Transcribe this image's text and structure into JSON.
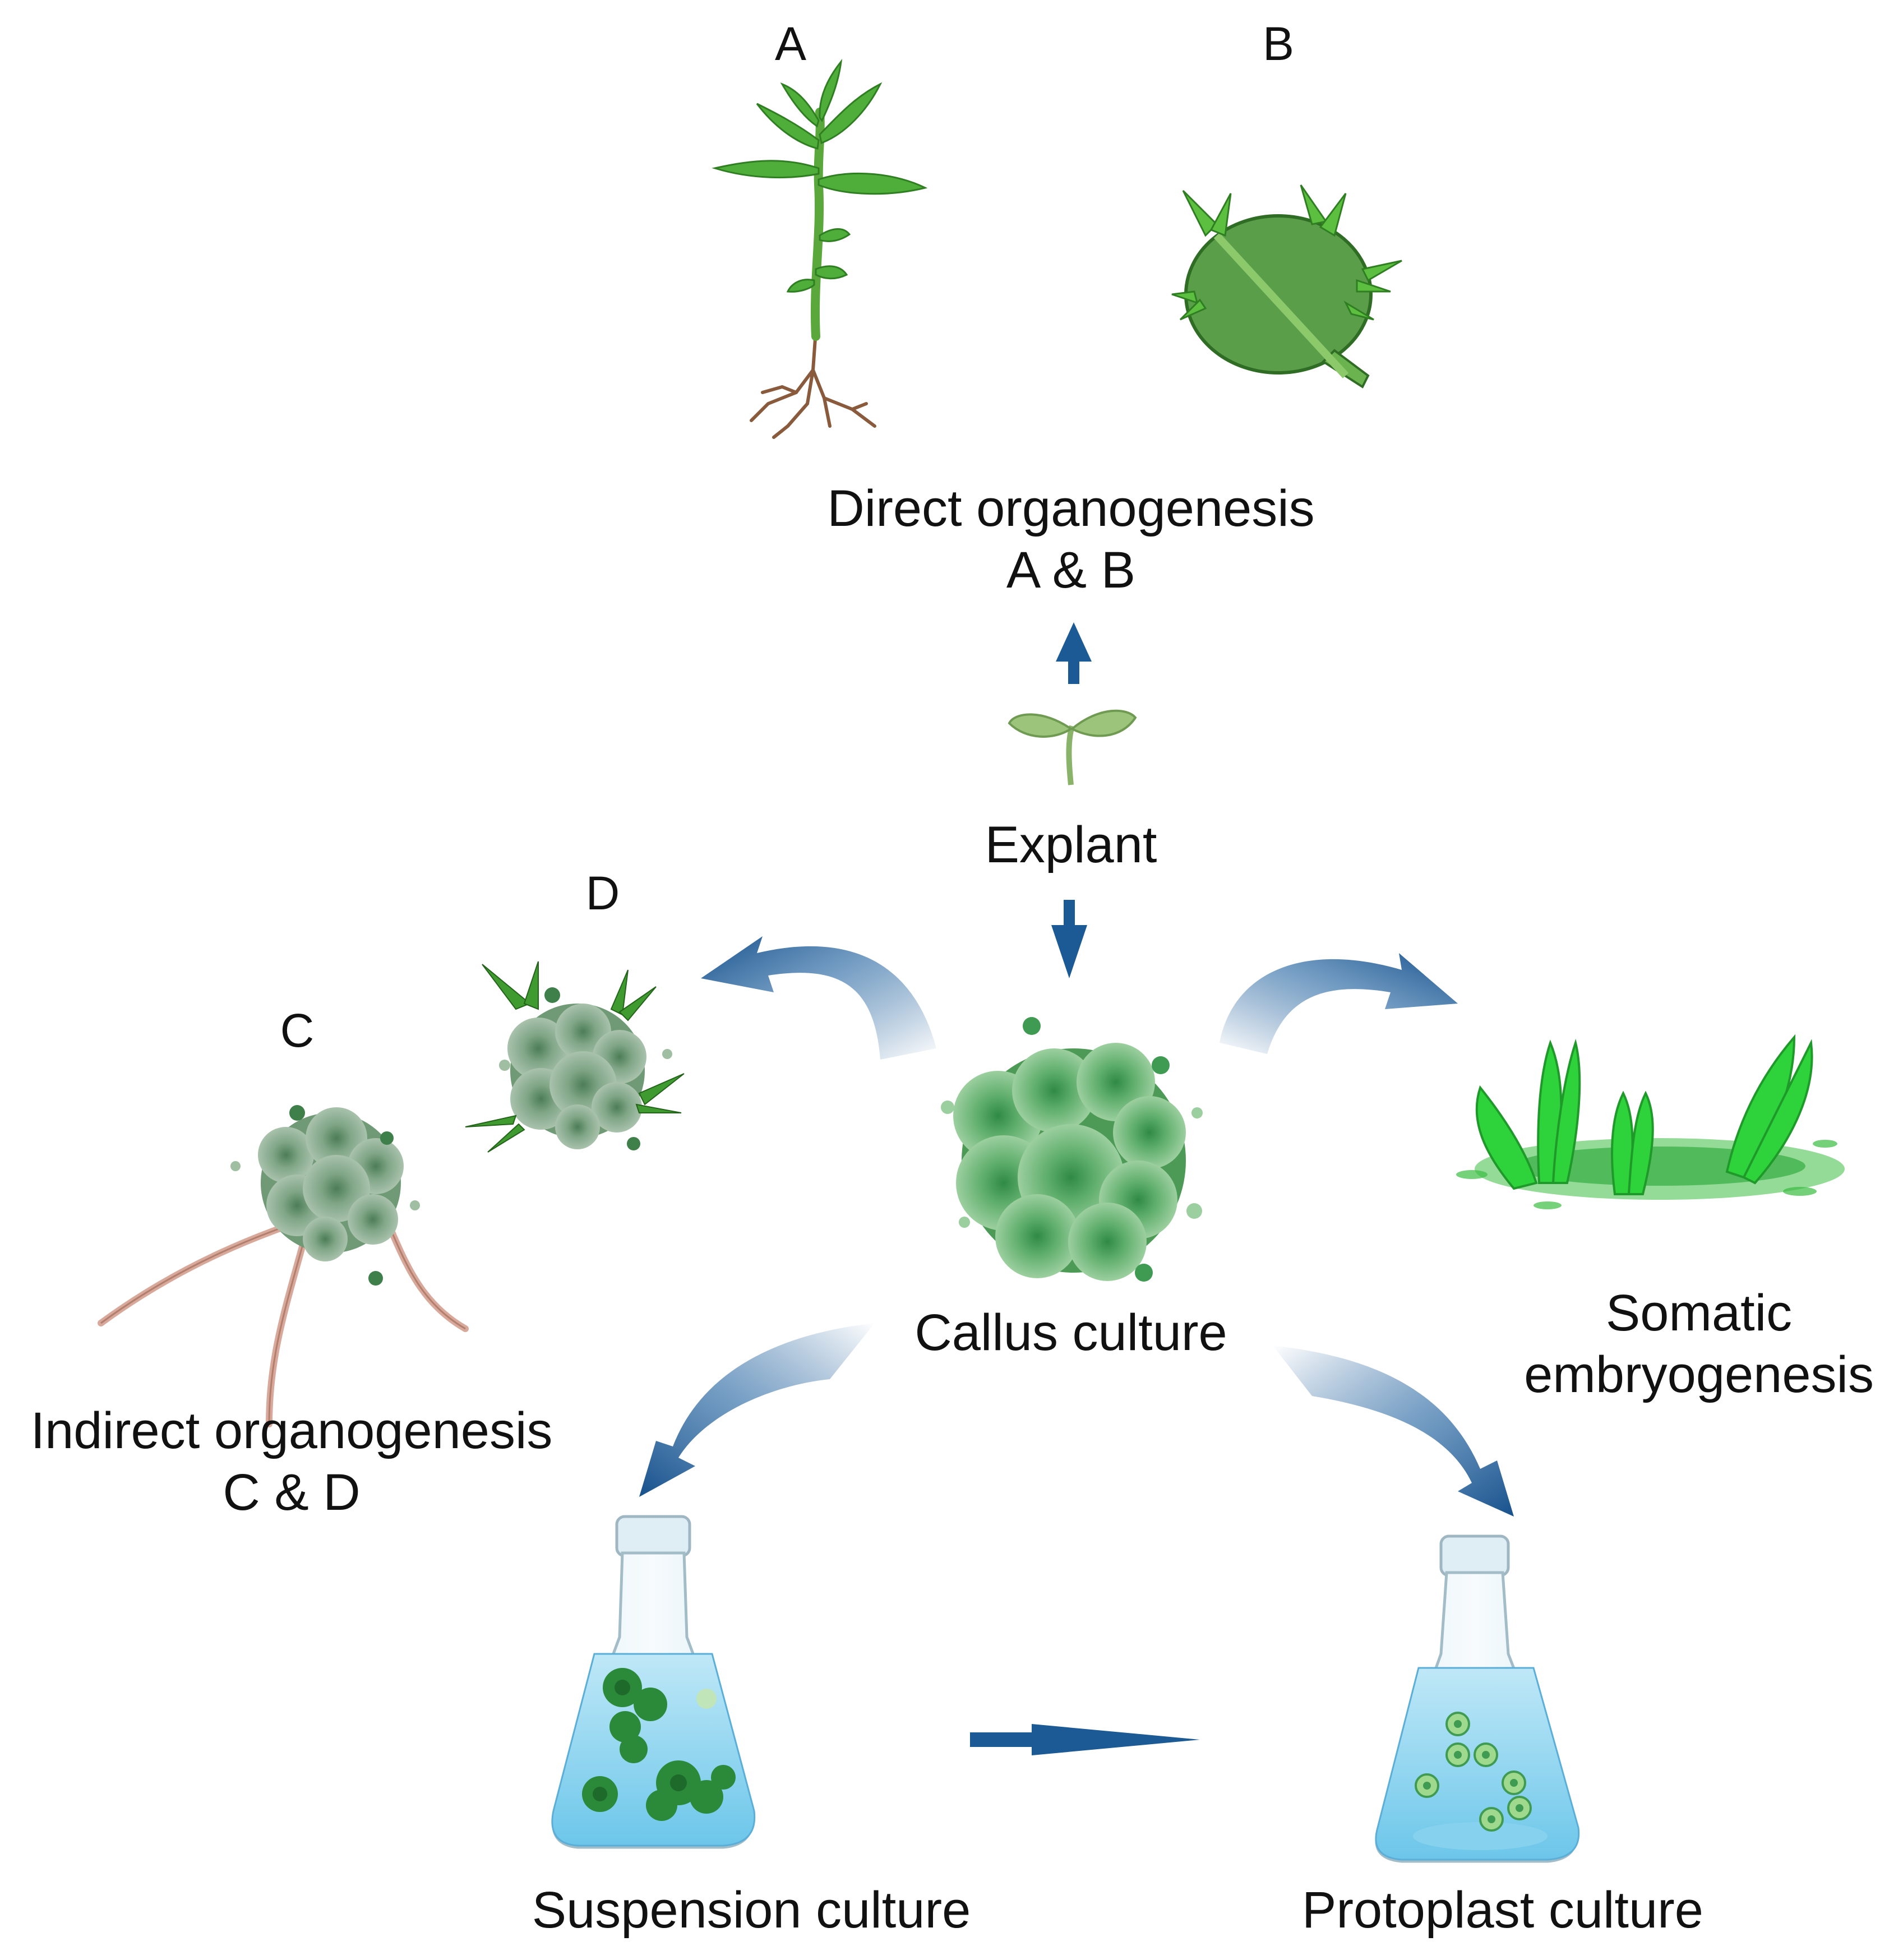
{
  "labels": {
    "letter_a": "A",
    "letter_b": "B",
    "letter_c": "C",
    "letter_d": "D",
    "direct_title": "Direct organogenesis",
    "direct_sub": "A & B",
    "explant": "Explant",
    "callus": "Callus culture",
    "somatic_line1": "Somatic",
    "somatic_line2": "embryogenesis",
    "indirect_title": "Indirect organogenesis",
    "indirect_sub": "C & D",
    "suspension": "Suspension culture",
    "protoplast": "Protoplast culture"
  },
  "icons": [
    "plantlet-icon",
    "leaf-explant-icon",
    "seedling-icon",
    "callus-icon",
    "callus-shoots-icon",
    "callus-roots-icon",
    "somatic-embryos-icon",
    "suspension-flask-icon",
    "protoplast-flask-icon",
    "arrow-icon"
  ],
  "colors": {
    "arrow_blue": "#1c5a96",
    "callus_green": "#3f9a52",
    "leaf_green": "#4fae3a",
    "embryo_green": "#2ed23a",
    "medium_blue": "#8fd3ef",
    "root_brown": "#8a5a3c"
  }
}
